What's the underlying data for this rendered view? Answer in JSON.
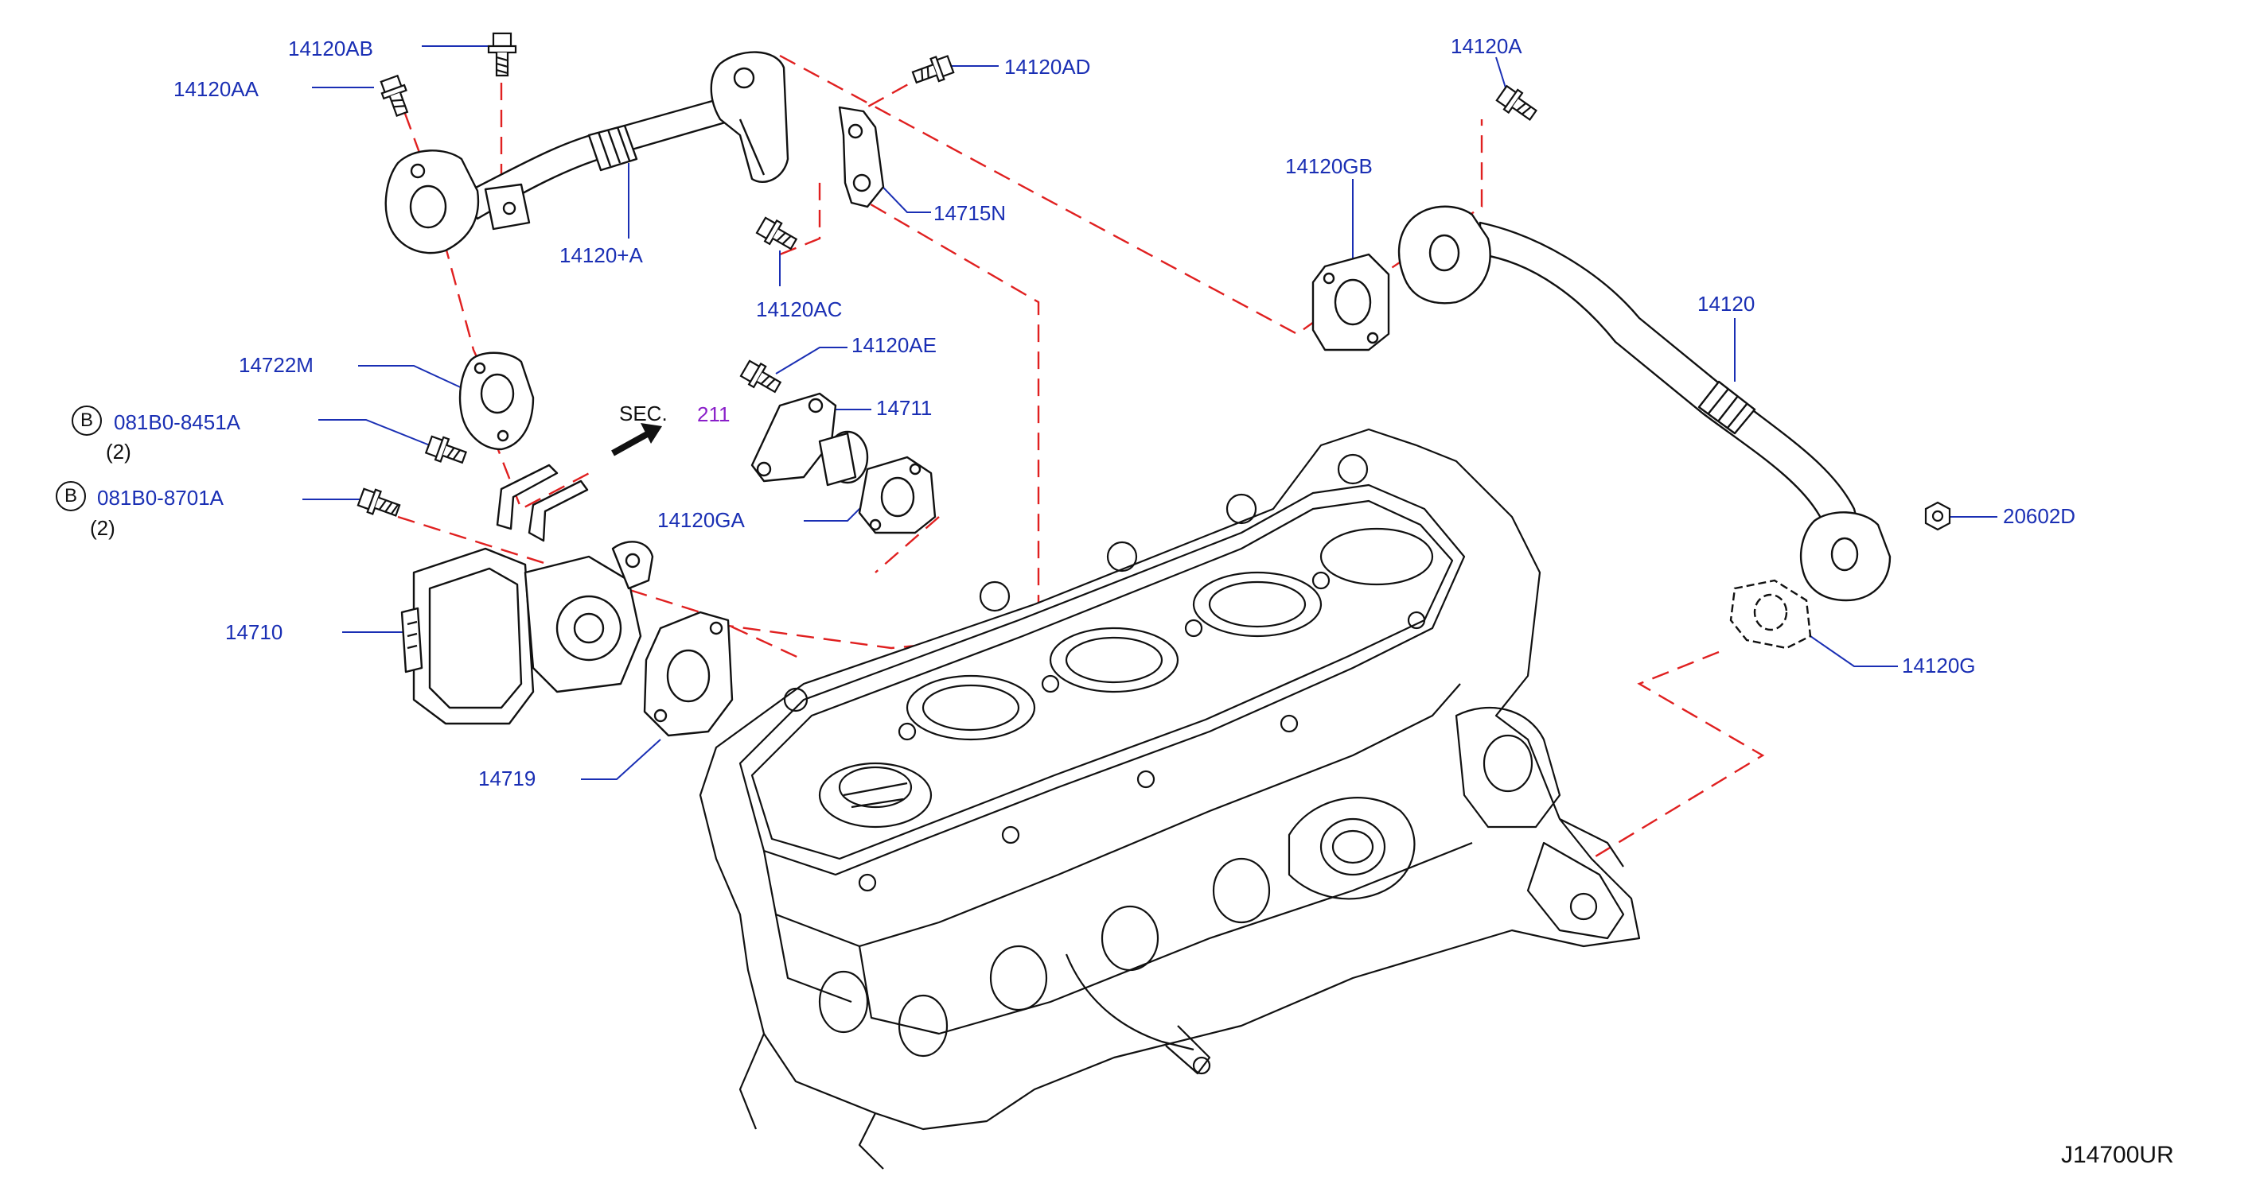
{
  "parts": {
    "p14120AB": "14120AB",
    "p14120AA": "14120AA",
    "p14120A_plus": "14120+A",
    "p14120AD": "14120AD",
    "p14715N": "14715N",
    "p14120AC": "14120AC",
    "p14120A": "14120A",
    "p14120GB": "14120GB",
    "p14120": "14120",
    "p14722M": "14722M",
    "p081B0_8451A": "081B0-8451A",
    "p081B0_8701A": "081B0-8701A",
    "qty_8451A": "(2)",
    "qty_8701A": "(2)",
    "b_marker_1": "B",
    "b_marker_2": "B",
    "p14120AE": "14120AE",
    "p14711": "14711",
    "p14120GA": "14120GA",
    "p14710": "14710",
    "p14719": "14719",
    "p20602D": "20602D",
    "p14120G": "14120G"
  },
  "section_ref": {
    "prefix": "SEC.",
    "number": "211"
  },
  "diagram_code": "J14700UR",
  "colors": {
    "callout_text": "#1a2fb4",
    "leader_line": "#1a2fb4",
    "dashed_line": "#e02020",
    "drawing_line": "#111111",
    "section_number": "#8a1fc9"
  }
}
